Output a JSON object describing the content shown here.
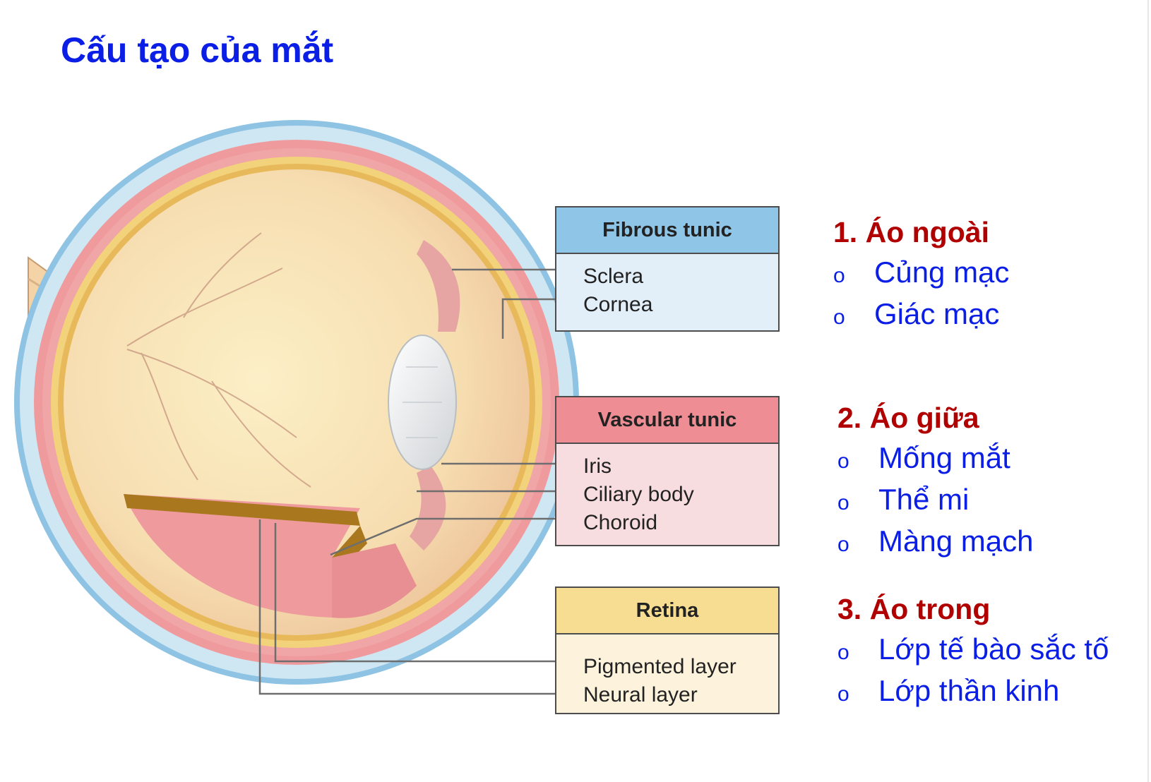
{
  "title": "Cấu tạo của mắt",
  "tunics": {
    "fibrous": {
      "title": "Fibrous tunic",
      "items": [
        "Sclera",
        "Cornea"
      ]
    },
    "vascular": {
      "title": "Vascular tunic",
      "items": [
        "Iris",
        "Ciliary body",
        "Choroid"
      ]
    },
    "retina": {
      "title": "Retina",
      "items": [
        "Pigmented layer",
        "Neural layer"
      ]
    }
  },
  "vietnamese": [
    {
      "heading": "1. Áo ngoài",
      "items": [
        "Củng mạc",
        "Giác mạc"
      ]
    },
    {
      "heading": "2. Áo giữa",
      "items": [
        "Mống mắt",
        "Thể mi",
        "Màng mạch"
      ]
    },
    {
      "heading": "3. Áo trong",
      "items": [
        "Lớp tế bào sắc tố",
        "Lớp thần kinh"
      ]
    }
  ],
  "bullet_symbol": "o",
  "colors": {
    "title": "#0a1ee6",
    "viet_heading": "#b00000",
    "viet_item": "#0a1ee6",
    "fibrous": "#8fc5e6",
    "vascular": "#ee8d93",
    "retina": "#f7dd92"
  }
}
